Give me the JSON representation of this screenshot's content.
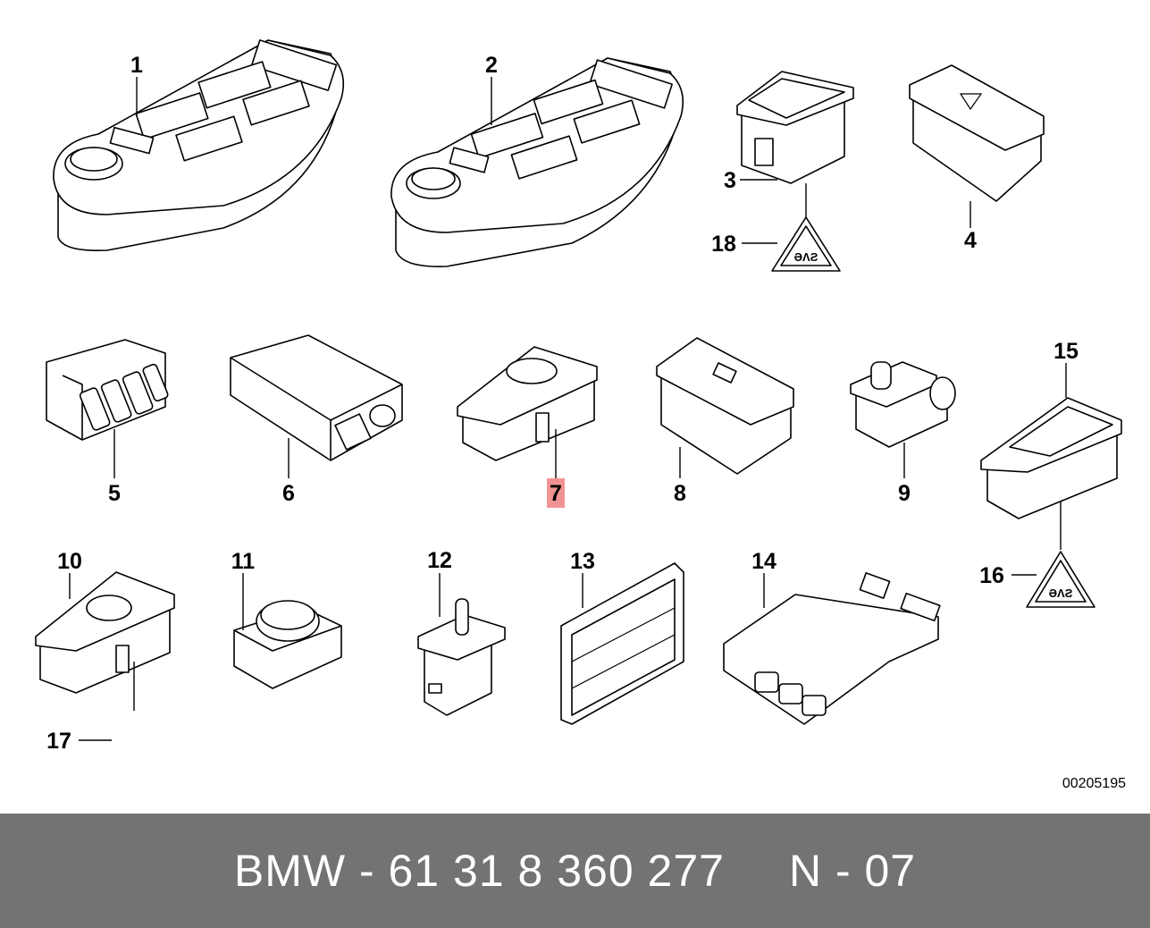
{
  "callouts": [
    "1",
    "2",
    "3",
    "4",
    "5",
    "6",
    "7",
    "8",
    "9",
    "10",
    "11",
    "12",
    "13",
    "14",
    "15",
    "16",
    "17",
    "18"
  ],
  "highlighted_callout": "7",
  "reference_code": "00205195",
  "footer": {
    "part_number": "BMW - 61 31 8 360 277",
    "position": "N - 07"
  },
  "colors": {
    "footer_bg": "#737373",
    "footer_text": "#ffffff",
    "highlight": "#f08080"
  }
}
